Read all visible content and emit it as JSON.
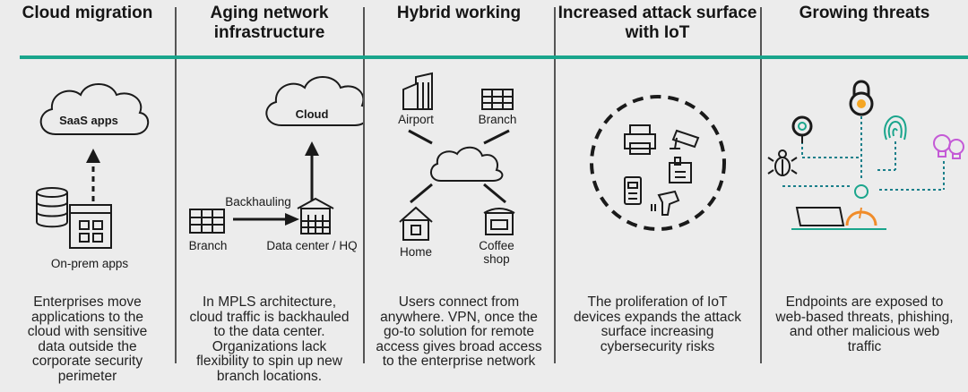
{
  "columns": [
    {
      "title": "Cloud migration",
      "labels": {
        "saas": "SaaS apps",
        "onprem": "On-prem apps"
      },
      "description": "Enterprises move applications to the cloud with sensitive data outside the corporate security perimeter"
    },
    {
      "title": "Aging network infrastructure",
      "labels": {
        "cloud": "Cloud",
        "backhauling": "Backhauling",
        "branch": "Branch",
        "dc": "Data center / HQ"
      },
      "description": "In MPLS architecture, cloud traffic is backhauled to the data center. Organizations lack flexibility to spin up new branch locations."
    },
    {
      "title": "Hybrid working",
      "labels": {
        "airport": "Airport",
        "branch": "Branch",
        "home": "Home",
        "coffee": "Coffee shop"
      },
      "description": "Users connect from anywhere. VPN, once the go-to solution for remote access gives broad access to the enterprise network"
    },
    {
      "title": "Increased attack surface with IoT",
      "description": "The proliferation of IoT devices expands the attack surface increasing cybersecurity risks"
    },
    {
      "title": "Growing threats",
      "description": "Endpoints are exposed to web-based threats, phishing, and other malicious web traffic"
    }
  ],
  "colors": {
    "accent": "#1aa58c",
    "lock_accent": "#f5a623",
    "fingerprint": "#1aa58c",
    "bulbs": "#c45ad6",
    "person": "#f08c2a"
  }
}
